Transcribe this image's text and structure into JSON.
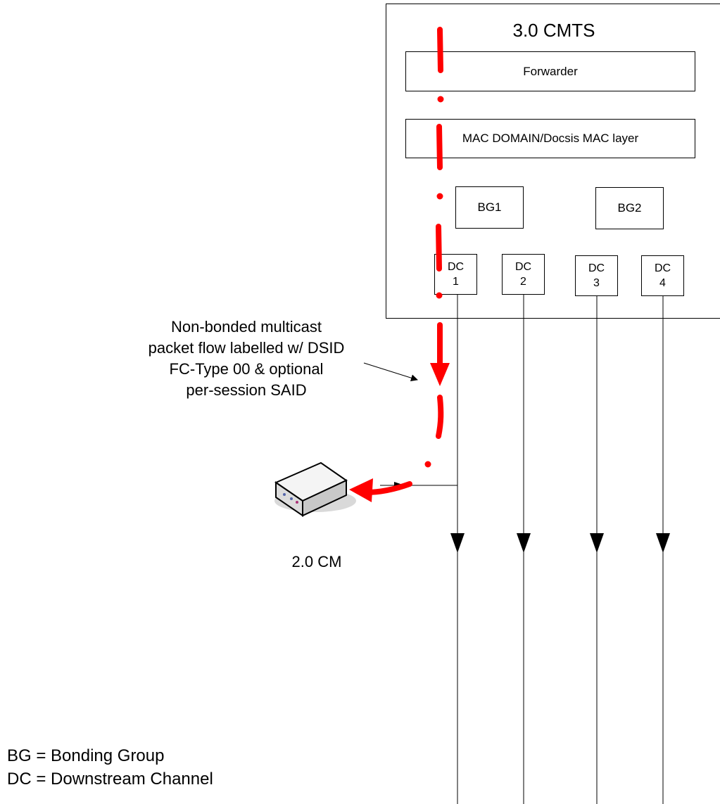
{
  "cmts": {
    "title": "3.0 CMTS",
    "forwarder": "Forwarder",
    "mac_layer": "MAC DOMAIN/Docsis MAC layer",
    "bonding_groups": [
      "BG1",
      "BG2"
    ],
    "channels": [
      {
        "name": "DC",
        "number": "1"
      },
      {
        "name": "DC",
        "number": "2"
      },
      {
        "name": "DC",
        "number": "3"
      },
      {
        "name": "DC",
        "number": "4"
      }
    ]
  },
  "annotation": {
    "lines": [
      "Non-bonded multicast",
      "packet flow labelled w/ DSID",
      "FC-Type 00 & optional",
      "per-session SAID"
    ]
  },
  "cable_modem": {
    "label": "2.0 CM",
    "icon": "cable-modem-icon"
  },
  "legend": {
    "bg": "BG = Bonding Group",
    "dc": "DC = Downstream Channel"
  },
  "colors": {
    "flow": "#ff0000",
    "line": "#000000"
  }
}
